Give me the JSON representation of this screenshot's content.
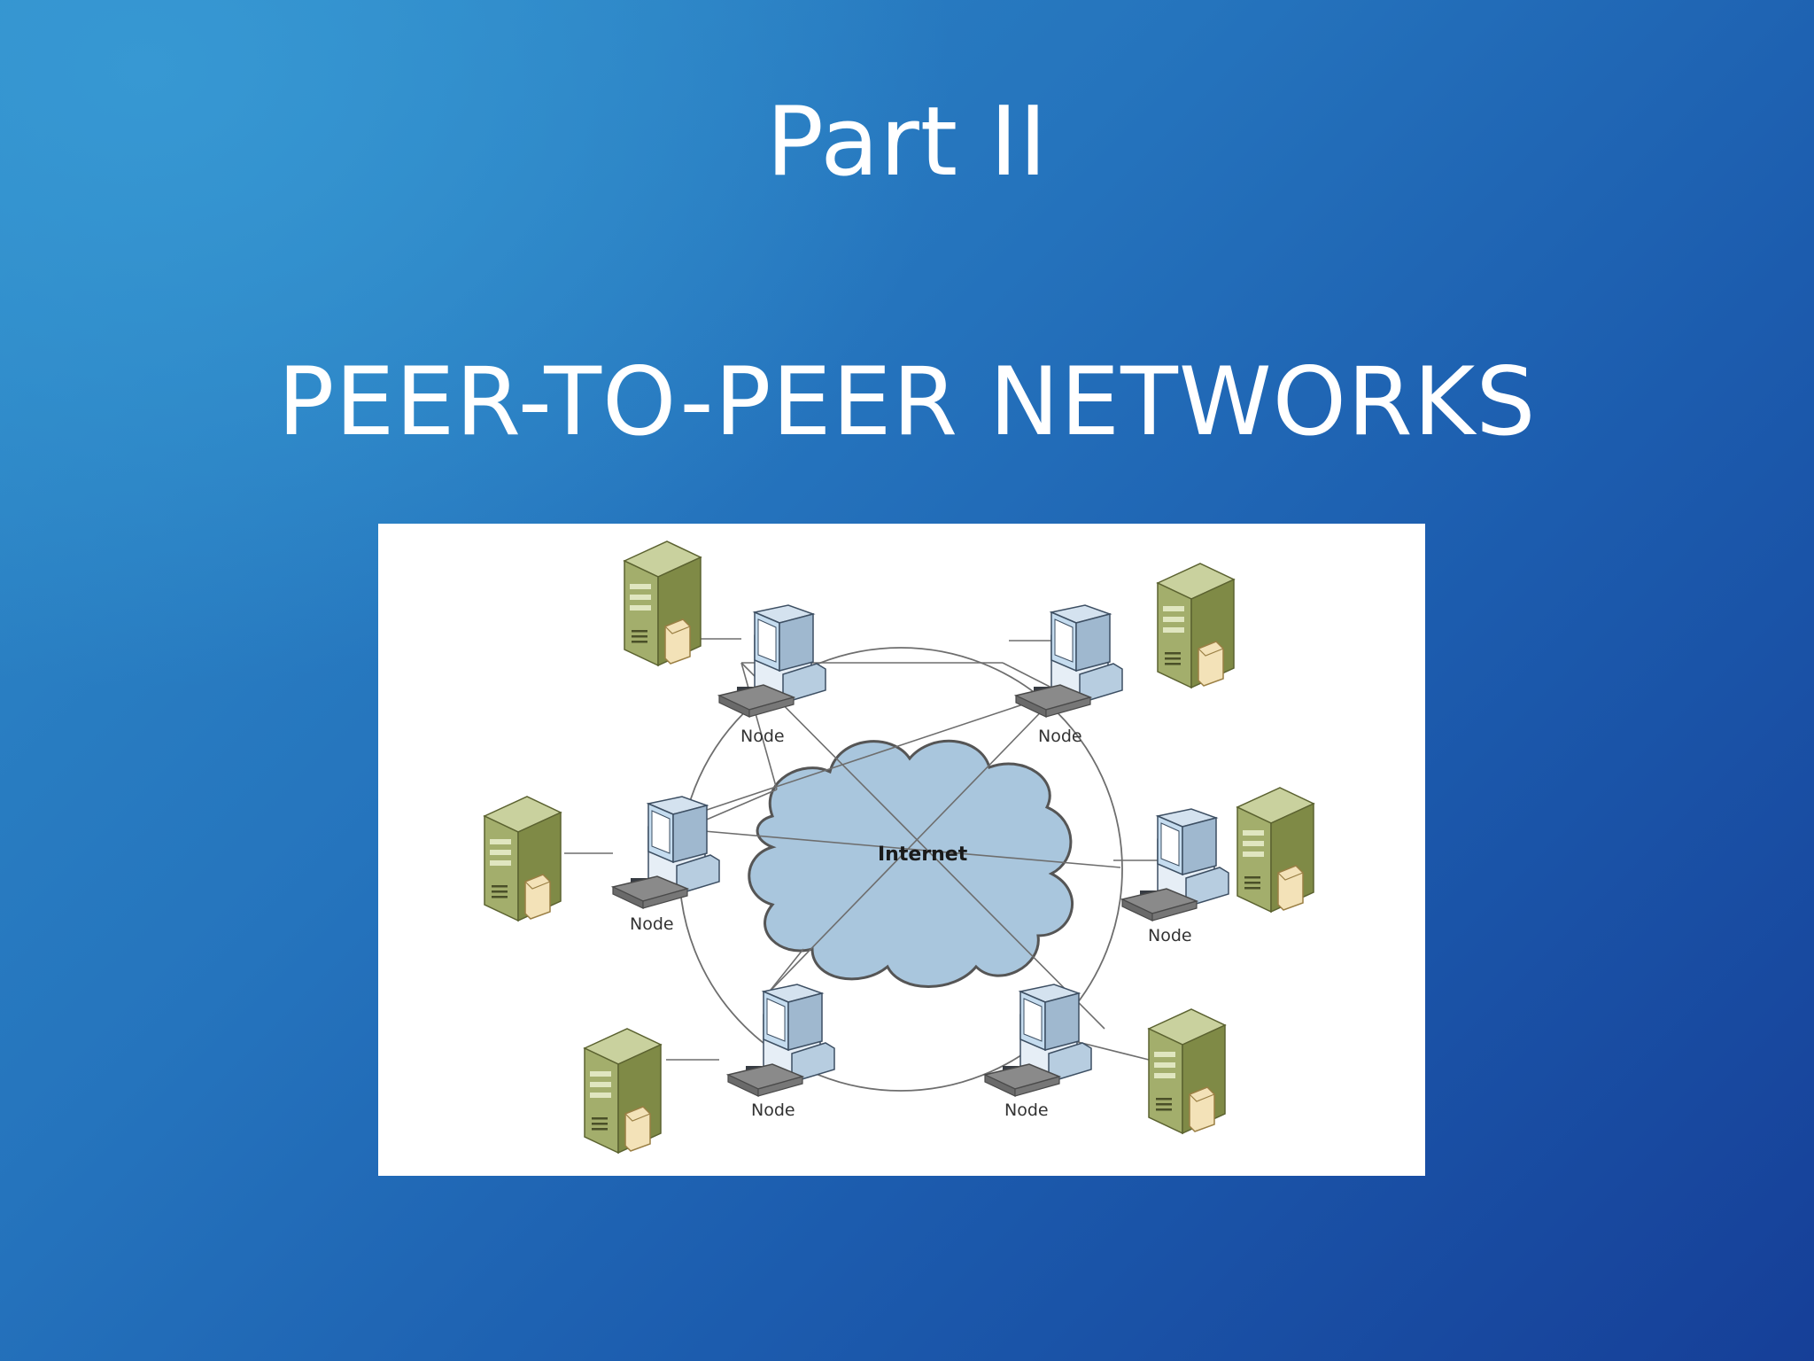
{
  "slide": {
    "part_title": "Part II",
    "main_title": "PEER-TO-PEER NETWORKS"
  },
  "diagram": {
    "center_label": "Internet",
    "node_label": "Node",
    "nodes": [
      {
        "id": "top-left",
        "label": "Node"
      },
      {
        "id": "top-right",
        "label": "Node"
      },
      {
        "id": "mid-left",
        "label": "Node"
      },
      {
        "id": "mid-right",
        "label": "Node"
      },
      {
        "id": "bottom-left",
        "label": "Node"
      },
      {
        "id": "bottom-right",
        "label": "Node"
      }
    ]
  },
  "colors": {
    "background_light": "#3798d3",
    "background_dark": "#163f98",
    "title_text": "#ffffff",
    "cloud_fill": "#a9c6dd",
    "server_fill": "#9aa865",
    "computer_fill": "#c5dcef"
  }
}
